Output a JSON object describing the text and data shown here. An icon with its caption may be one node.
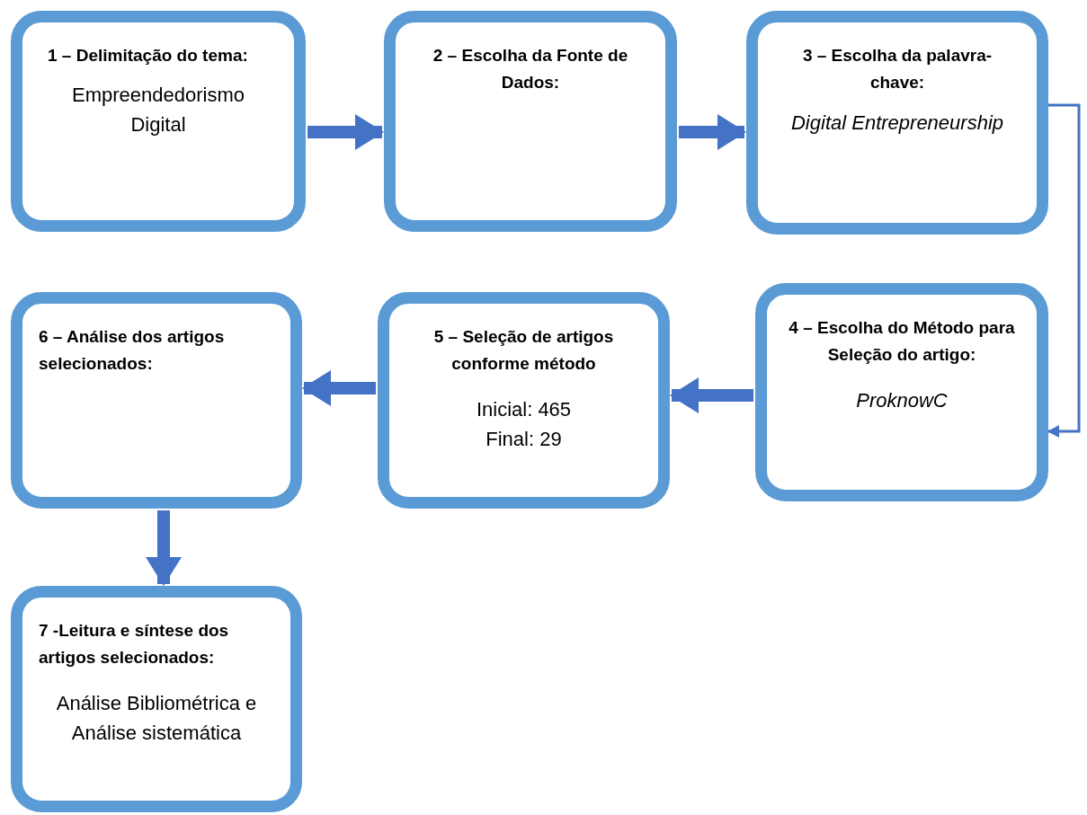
{
  "diagram": {
    "nodes": [
      {
        "text": [
          "1 – Delimitação do tema:",
          "Empreendedorismo Digital"
        ]
      },
      {
        "text": [
          "2 – Escolha da Fonte de Dados:"
        ]
      },
      {
        "text": [
          "3 – Escolha da palavra-chave:",
          "Digital Entrepreneurship"
        ]
      },
      {
        "text": [
          "4 – Escolha do Método para Seleção do artigo:",
          "ProknowC"
        ]
      },
      {
        "text": [
          "5 – Seleção de artigos conforme método",
          "Inicial: 465",
          "Final: 29"
        ]
      },
      {
        "text": [
          "6 – Análise dos artigos selecionados:"
        ]
      },
      {
        "text": [
          "7 -Leitura e síntese dos artigos selecionados:",
          "Análise Bibliométrica e Análise sistemática"
        ]
      }
    ],
    "edges": [
      {
        "from": 0,
        "to": 1,
        "arrow": "to"
      },
      {
        "from": 1,
        "to": 2,
        "arrow": "to"
      },
      {
        "from": 2,
        "to": 3,
        "arrow": "to"
      },
      {
        "from": 3,
        "to": 4,
        "arrow": "to"
      },
      {
        "from": 4,
        "to": 5,
        "arrow": "to"
      },
      {
        "from": 5,
        "to": 6,
        "arrow": "to"
      }
    ]
  }
}
